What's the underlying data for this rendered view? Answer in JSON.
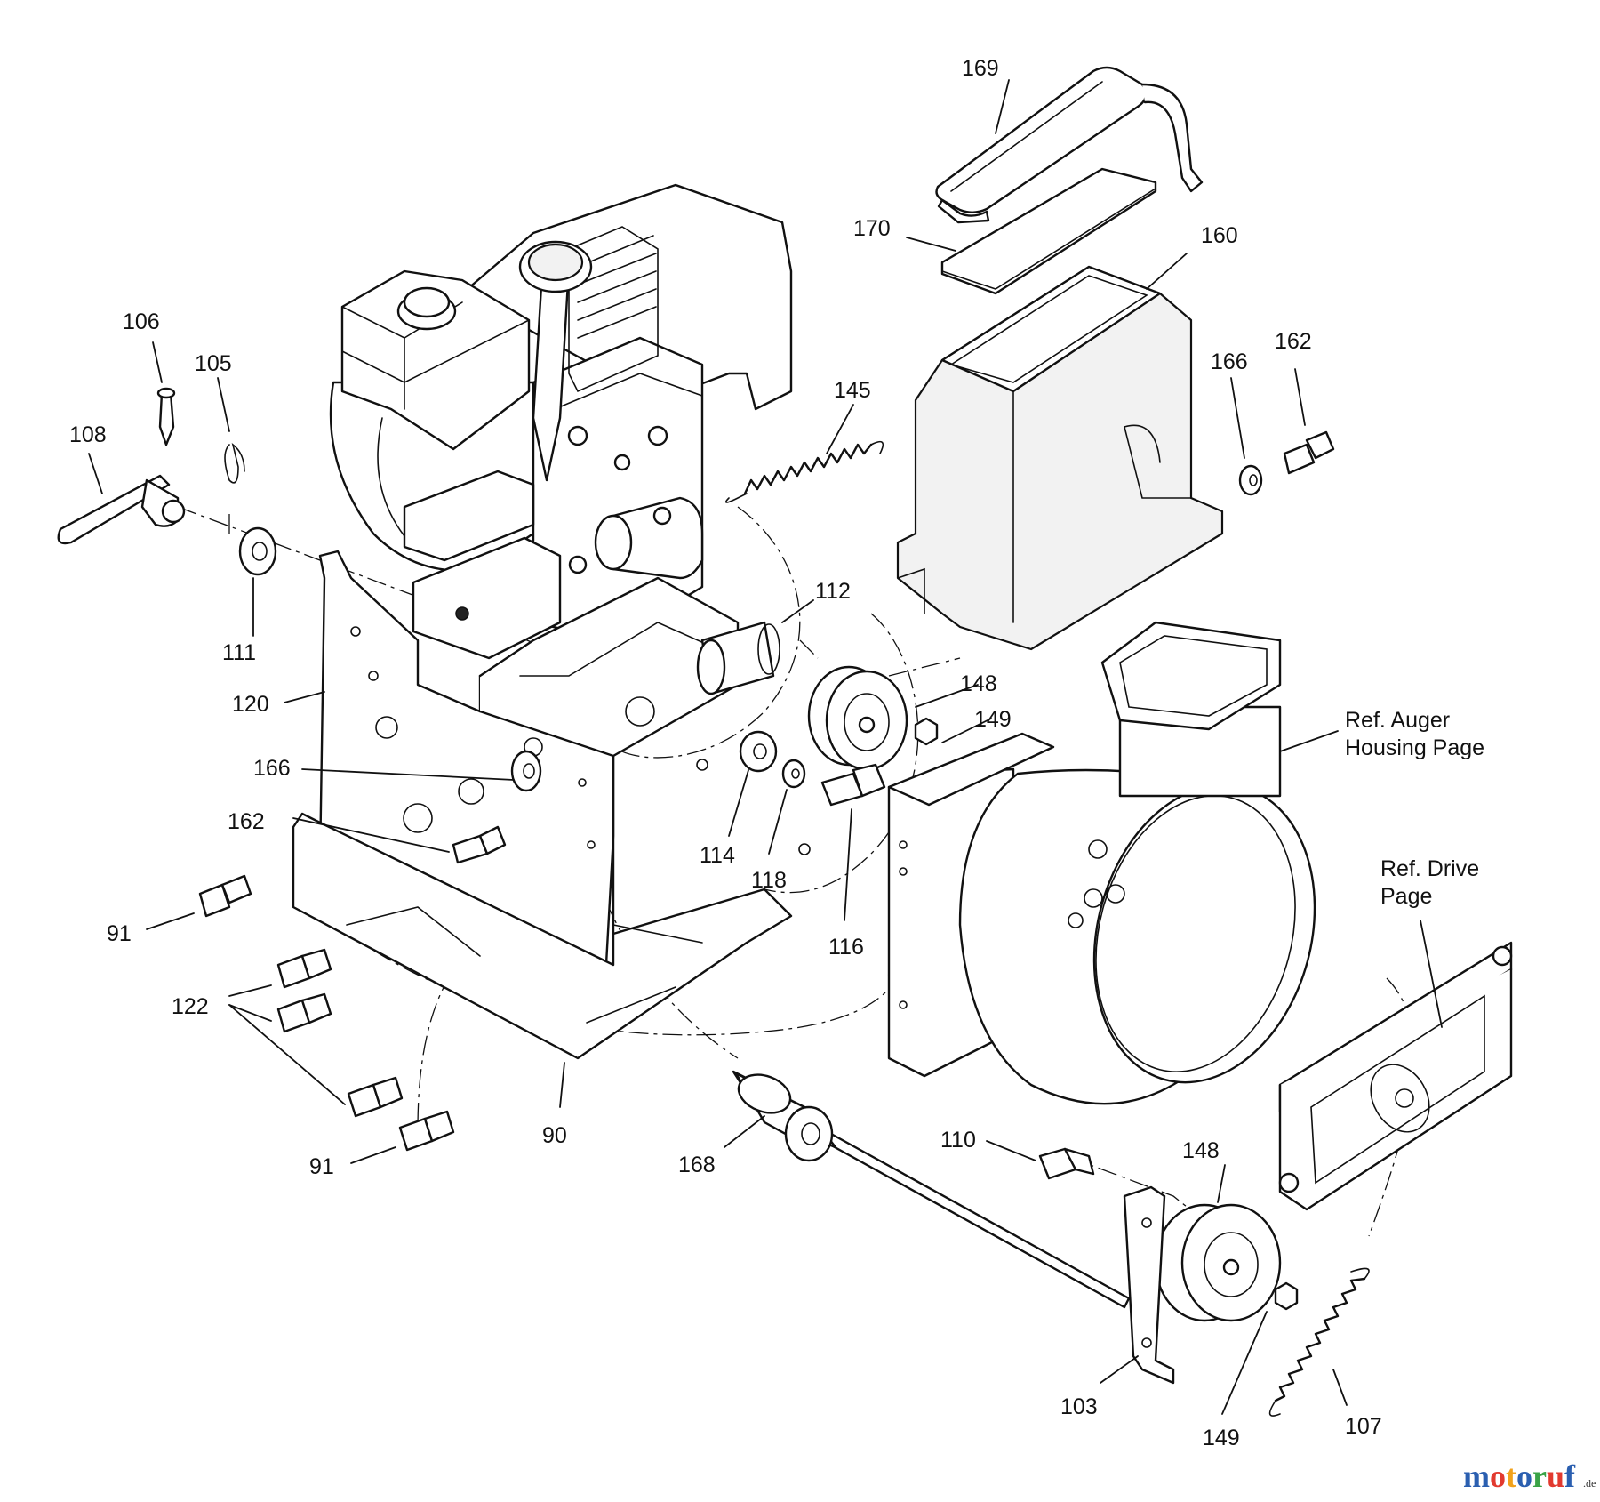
{
  "callouts": [
    {
      "id": "c169",
      "label": "169"
    },
    {
      "id": "c170",
      "label": "170"
    },
    {
      "id": "c160",
      "label": "160"
    },
    {
      "id": "c166a",
      "label": "166"
    },
    {
      "id": "c162a",
      "label": "162"
    },
    {
      "id": "c106",
      "label": "106"
    },
    {
      "id": "c105",
      "label": "105"
    },
    {
      "id": "c108",
      "label": "108"
    },
    {
      "id": "c145",
      "label": "145"
    },
    {
      "id": "c112",
      "label": "112"
    },
    {
      "id": "c111",
      "label": "111"
    },
    {
      "id": "c120",
      "label": "120"
    },
    {
      "id": "c148a",
      "label": "148"
    },
    {
      "id": "c149a",
      "label": "149"
    },
    {
      "id": "c166b",
      "label": "166"
    },
    {
      "id": "c162b",
      "label": "162"
    },
    {
      "id": "c114",
      "label": "114"
    },
    {
      "id": "c118",
      "label": "118"
    },
    {
      "id": "c116",
      "label": "116"
    },
    {
      "id": "c91a",
      "label": "91"
    },
    {
      "id": "c122",
      "label": "122"
    },
    {
      "id": "c90",
      "label": "90"
    },
    {
      "id": "c91b",
      "label": "91"
    },
    {
      "id": "c168",
      "label": "168"
    },
    {
      "id": "c110",
      "label": "110"
    },
    {
      "id": "c148b",
      "label": "148"
    },
    {
      "id": "c103",
      "label": "103"
    },
    {
      "id": "c149b",
      "label": "149"
    },
    {
      "id": "c107",
      "label": "107"
    }
  ],
  "references": {
    "auger_line1": "Ref. Auger",
    "auger_line2": "Housing Page",
    "drive_line1": "Ref. Drive",
    "drive_line2": "Page"
  },
  "watermark": {
    "letters": [
      "m",
      "o",
      "t",
      "o",
      "r",
      "u",
      "f"
    ],
    "suffix": ".de",
    "colors": [
      "#2b5fb0",
      "#e23a2f",
      "#f2a21b",
      "#2b5fb0",
      "#3aa347",
      "#e23a2f",
      "#2b5fb0"
    ]
  }
}
